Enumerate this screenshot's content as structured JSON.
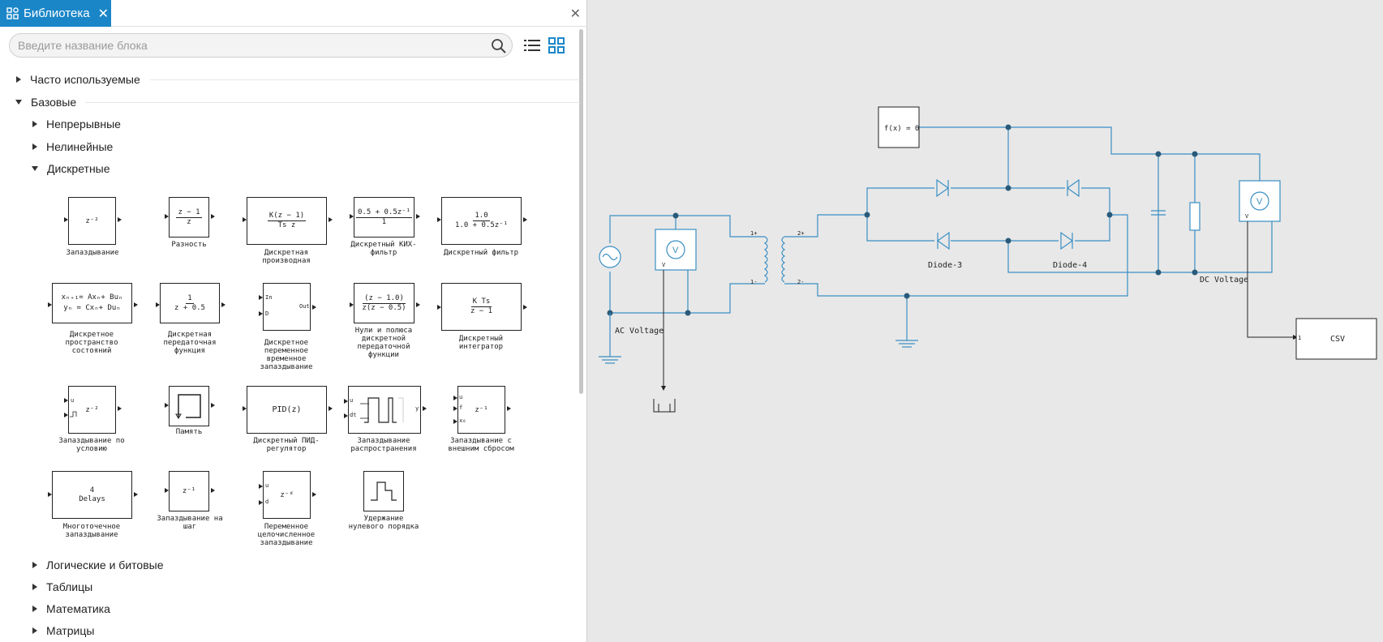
{
  "panel": {
    "title": "Библиотека",
    "search_placeholder": "Введите название блока"
  },
  "tree": {
    "frequent": "Часто используемые",
    "basic": "Базовые",
    "continuous": "Непрерывные",
    "nonlinear": "Нелинейные",
    "discrete": "Дискретные",
    "logic": "Логические и битовые",
    "tables": "Таблицы",
    "math": "Математика",
    "matrices": "Матрицы"
  },
  "blocks": {
    "b1": {
      "sym": "z⁻²",
      "cap1": "Запаздывание"
    },
    "b2": {
      "num": "z − 1",
      "den": "z",
      "cap1": "Разность"
    },
    "b3": {
      "num": "K(z − 1)",
      "den": "Ts z",
      "cap1": "Дискретная",
      "cap2": "производная"
    },
    "b4": {
      "num": "0.5 + 0.5z⁻¹",
      "den": "1",
      "cap1": "Дискретный КИХ-",
      "cap2": "фильтр"
    },
    "b5": {
      "num": "1.0",
      "den": "1.0 + 0.5z⁻¹",
      "cap1": "Дискретный фильтр"
    },
    "b6": {
      "l1": "xₙ₊₁= Axₙ+ Buₙ",
      "l2": "yₙ = Cxₙ+ Duₙ",
      "cap1": "Дискретное",
      "cap2": "пространство",
      "cap3": "состояний"
    },
    "b7": {
      "num": "1",
      "den": "z + 0.5",
      "cap1": "Дискретная",
      "cap2": "передаточная",
      "cap3": "функция"
    },
    "b8": {
      "in": "In",
      "d": "D",
      "out": "Out",
      "cap1": "Дискретное",
      "cap2": "переменное",
      "cap3": "временное",
      "cap4": "запаздывание"
    },
    "b9": {
      "num": "(z − 1.0)",
      "den": "z(z − 0.5)",
      "cap1": "Нули и полюса",
      "cap2": "дискретной",
      "cap3": "передаточной",
      "cap4": "функции"
    },
    "b10": {
      "num": "K Ts",
      "den": "z − 1",
      "cap1": "Дискретный",
      "cap2": "интегратор"
    },
    "b11": {
      "u": "u",
      "sym": "z⁻²",
      "cap1": "Запаздывание по",
      "cap2": "условию"
    },
    "b12": {
      "cap1": "Память"
    },
    "b13": {
      "sym": "PID(z)",
      "cap1": "Дискретный ПИД-",
      "cap2": "регулятор"
    },
    "b14": {
      "u": "u",
      "dt": "dt",
      "y": "y",
      "cap1": "Запаздывание",
      "cap2": "распространения"
    },
    "b15": {
      "u": "u",
      "f": "f",
      "x0": "x₀",
      "sym": "z⁻¹",
      "cap1": "Запаздывание с",
      "cap2": "внешним сбросом"
    },
    "b16": {
      "l1": "4",
      "l2": "Delays",
      "cap1": "Многоточечное",
      "cap2": "запаздывание"
    },
    "b17": {
      "sym": "z⁻¹",
      "cap1": "Запаздывание на",
      "cap2": "шаг"
    },
    "b18": {
      "u": "u",
      "d": "d",
      "sym": "z⁻ᵈ",
      "cap1": "Переменное",
      "cap2": "целочисленное",
      "cap3": "запаздывание"
    },
    "b19": {
      "cap1": "Удержание",
      "cap2": "нулевого порядка"
    }
  },
  "diagram": {
    "fx": "f(x) = 0",
    "acv": "AC Voltage",
    "d3": "Diode-3",
    "d4": "Diode-4",
    "dcv": "DC Voltage",
    "csv": "CSV",
    "vm": "V",
    "p1p": "1+",
    "p1m": "1-",
    "p2p": "2+",
    "p2m": "2-",
    "plus": "+",
    "minus": "-",
    "vlabel": "V",
    "csvin": "1"
  },
  "colors": {
    "accent": "#1a86c8",
    "wire": "#3a8fc4",
    "node": "#2a5a7a"
  }
}
